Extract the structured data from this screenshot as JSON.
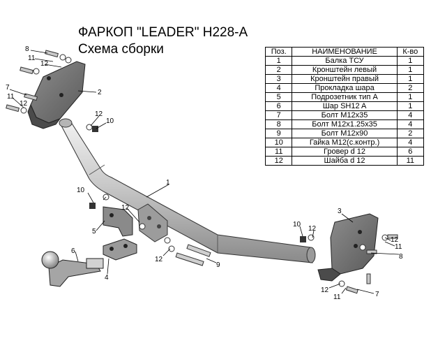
{
  "title": "ФАРКОП \"LEADER\" H228-A",
  "subtitle": "Схема сборки",
  "table": {
    "headers": [
      "Поз.",
      "НАИМЕНОВАНИЕ",
      "К-во"
    ],
    "rows": [
      [
        "1",
        "Балка ТСУ",
        "1"
      ],
      [
        "2",
        "Кронштейн левый",
        "1"
      ],
      [
        "3",
        "Кронштейн правый",
        "1"
      ],
      [
        "4",
        "Прокладка шара",
        "2"
      ],
      [
        "5",
        "Подрозетник тип А",
        "1"
      ],
      [
        "6",
        "Шар SH12 A",
        "1"
      ],
      [
        "7",
        "Болт M12x35",
        "4"
      ],
      [
        "8",
        "Болт M12x1.25x35",
        "4"
      ],
      [
        "9",
        "Болт M12x90",
        "2"
      ],
      [
        "10",
        "Гайка M12(с.контр.)",
        "4"
      ],
      [
        "11",
        "Гровер d 12",
        "6"
      ],
      [
        "12",
        "Шайба d 12",
        "11"
      ]
    ]
  },
  "callouts": {
    "c_top_8": "8",
    "c_top_11": "11",
    "c_top_12": "12",
    "c_left_7": "7",
    "c_left_11": "11",
    "c_left_12": "12",
    "c_2": "2",
    "c_mid_12": "12",
    "c_mid_10": "10",
    "c_1": "1",
    "c_lm_10": "10",
    "c_lm_12": "12",
    "c_5": "5",
    "c_6": "6",
    "c_4": "4",
    "c_bl_12": "12",
    "c_9": "9",
    "c_r_10": "10",
    "c_r_12": "12",
    "c_3": "3",
    "c_r_12b": "12",
    "c_r_11": "11",
    "c_8": "8",
    "c_br_12": "12",
    "c_br_11": "11",
    "c_7": "7"
  }
}
